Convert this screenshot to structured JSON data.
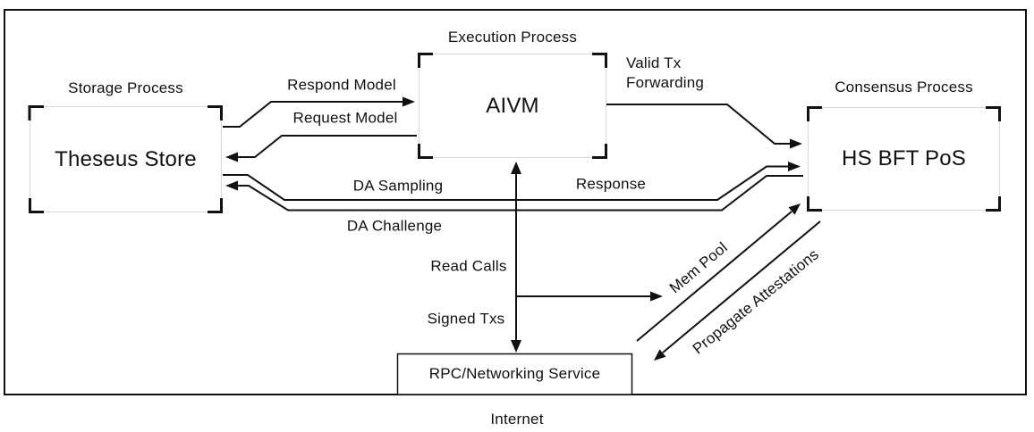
{
  "diagram": {
    "caption": "Internet",
    "boxes": {
      "storage": {
        "process": "Storage Process",
        "name": "Theseus Store"
      },
      "execution": {
        "process": "Execution Process",
        "name": "AIVM"
      },
      "consensus": {
        "process": "Consensus Process",
        "name": "HS BFT PoS"
      },
      "rpc": {
        "name": "RPC/Networking Service"
      }
    },
    "edges": {
      "respond_model": "Respond Model",
      "request_model": "Request Model",
      "valid_tx_forwarding": "Valid Tx Forwarding",
      "da_sampling": "DA Sampling",
      "response": "Response",
      "da_challenge": "DA Challenge",
      "read_calls": "Read Calls",
      "signed_txs": "Signed Txs",
      "mem_pool": "Mem Pool",
      "propagate_attestations": "Propagate Attestations"
    },
    "colors": {
      "line": "#111111",
      "box_border": "#d9d9d9",
      "background": "#ffffff"
    }
  }
}
